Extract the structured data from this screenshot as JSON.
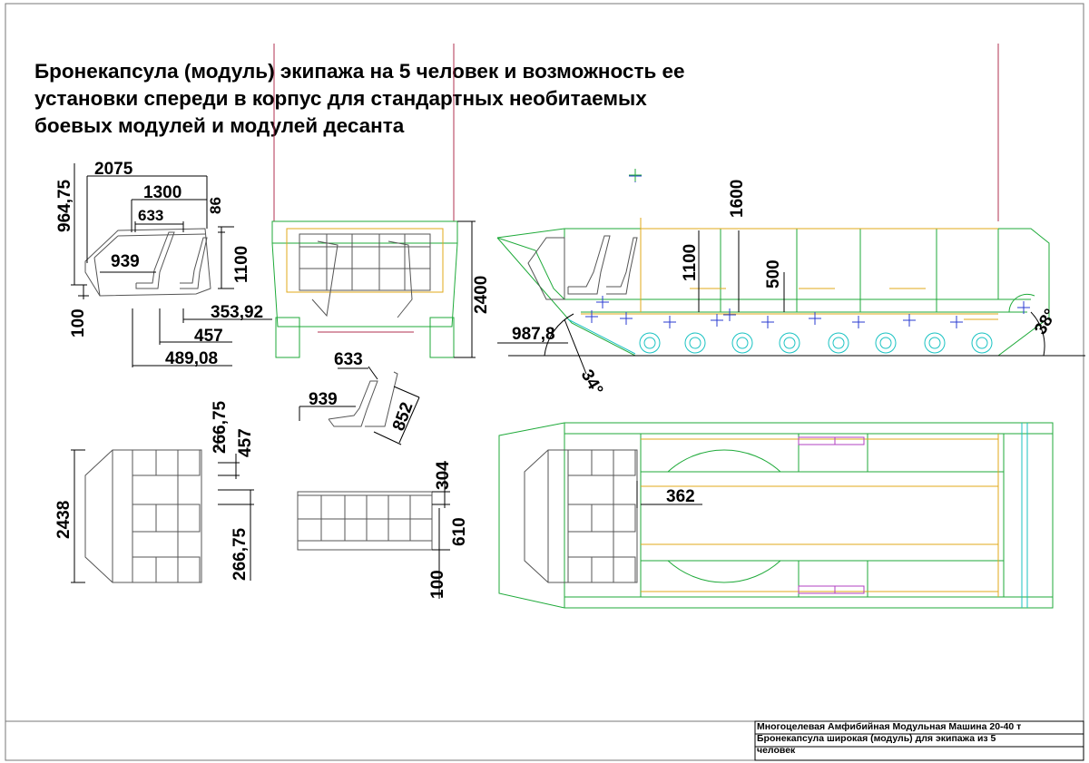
{
  "title": {
    "line1": "Бронекапсула (модуль) экипажа на 5 человек и возможность ее",
    "line2": "установки спереди в корпус для стандартных необитаемых",
    "line3": "боевых модулей и модулей десанта"
  },
  "stamp": {
    "line1": "Многоцелевая Амфибийная Модульная Машина   20-40 т",
    "line2": "Бронекапсула широкая  (модуль) для экипажа из  5",
    "line3": "человек"
  },
  "dims": {
    "d964": "964,75",
    "d2075": "2075",
    "d1300": "1300",
    "d86": "86",
    "d633a": "633",
    "d1100a": "1100",
    "d939a": "939",
    "d100a": "100",
    "d35392": "353,92",
    "d457a": "457",
    "d48908": "489,08",
    "d2400": "2400",
    "d266a": "266,75",
    "d457b": "457",
    "d2438": "2438",
    "d266b": "266,75",
    "d633b": "633",
    "d939b": "939",
    "d852": "852",
    "d304": "304",
    "d610": "610",
    "d100b": "100",
    "d1600": "1600",
    "d1100b": "1100",
    "d500": "500",
    "d9878": "987,8",
    "a34": "34°",
    "a38": "38°",
    "d362": "362"
  },
  "colors": {
    "hull": "#1faa3a",
    "capsule": "#555555",
    "yellow": "#e0a81a",
    "blue": "#2a3bd1",
    "cyan": "#18c2c2",
    "red": "#b03050",
    "magenta": "#b040c0"
  }
}
